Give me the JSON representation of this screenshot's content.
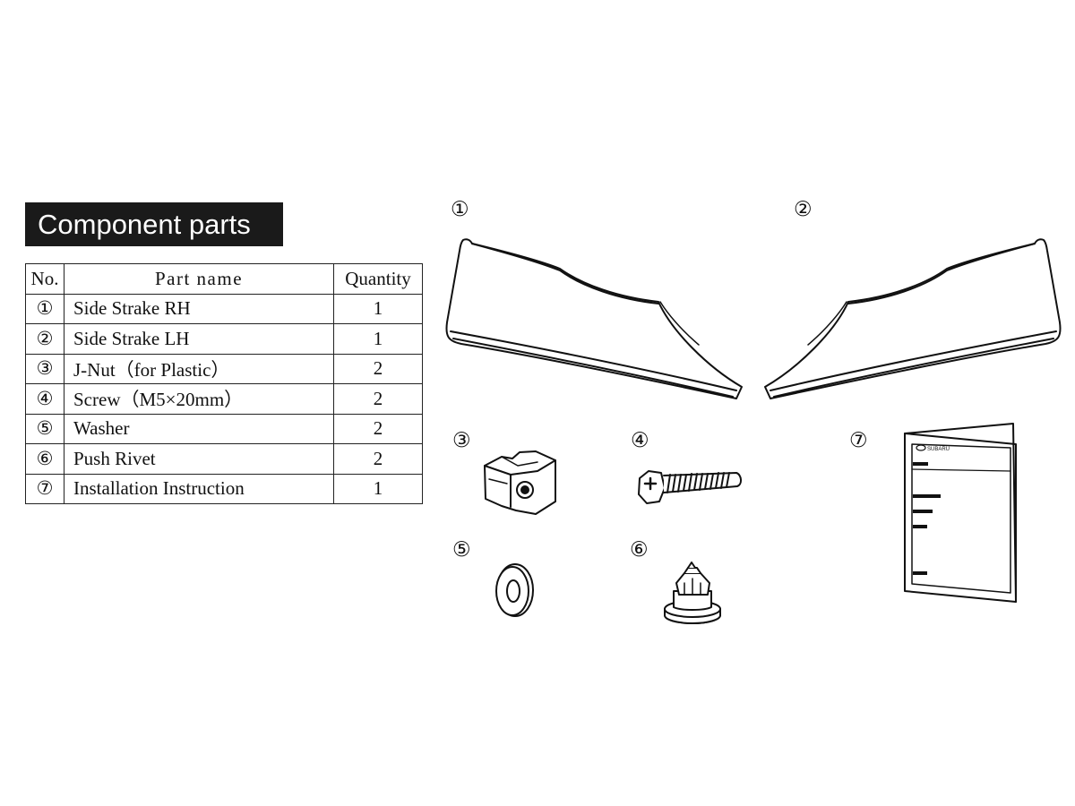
{
  "title": "Component parts",
  "table": {
    "headers": {
      "no": "No.",
      "name": "Part name",
      "qty": "Quantity"
    },
    "rows": [
      {
        "no": "①",
        "name": "Side Strake RH",
        "qty": "1"
      },
      {
        "no": "②",
        "name": "Side Strake LH",
        "qty": "1"
      },
      {
        "no": "③",
        "name": "J-Nut（for Plastic）",
        "qty": "2"
      },
      {
        "no": "④",
        "name": "Screw（M5×20mm）",
        "qty": "2"
      },
      {
        "no": "⑤",
        "name": "Washer",
        "qty": "2"
      },
      {
        "no": "⑥",
        "name": "Push Rivet",
        "qty": "2"
      },
      {
        "no": "⑦",
        "name": "Installation Instruction",
        "qty": "1"
      }
    ]
  },
  "callouts": [
    "①",
    "②",
    "③",
    "④",
    "⑤",
    "⑥",
    "⑦"
  ],
  "illustrations": [
    "side-strake-rh-illustration",
    "side-strake-lh-illustration",
    "j-nut-illustration",
    "screw-illustration",
    "washer-illustration",
    "push-rivet-illustration",
    "instruction-booklet-illustration"
  ],
  "booklet_logo": "SUBARU"
}
